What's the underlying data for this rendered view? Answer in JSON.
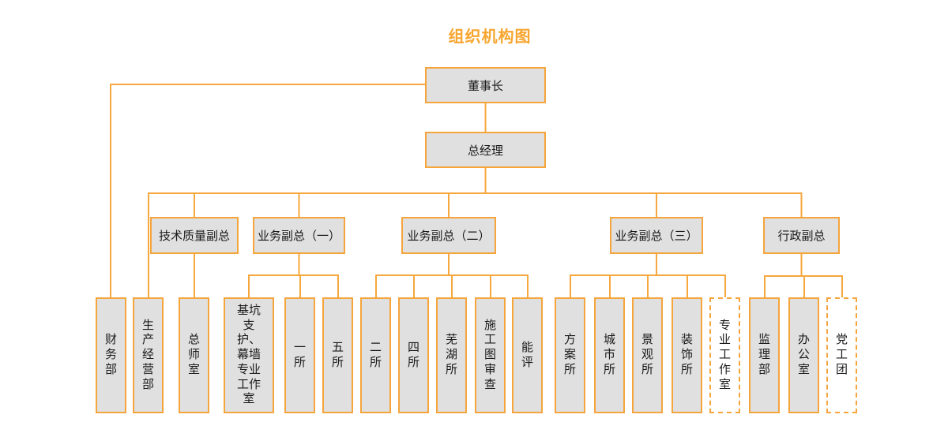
{
  "title": "组织机构图",
  "colors": {
    "accent_line": "#F6A73E",
    "box_border": "#F5A53C",
    "box_fill": "#E0E0E0",
    "dashed_box_fill": "#FFFFFF",
    "title_text": "#F7A52F",
    "node_text": "#1A1A1A",
    "background": "#FFFFFF"
  },
  "org": {
    "chairman": {
      "label": "董事长"
    },
    "general_manager": {
      "label": "总经理",
      "parent": "董事长"
    },
    "deputies": [
      {
        "label": "技术质量副总",
        "parent": "总经理"
      },
      {
        "label": "业务副总（一）",
        "parent": "总经理"
      },
      {
        "label": "业务副总（二）",
        "parent": "总经理"
      },
      {
        "label": "业务副总（三）",
        "parent": "总经理"
      },
      {
        "label": "行政副总",
        "parent": "总经理"
      }
    ],
    "departments": [
      {
        "label": "财务部",
        "parent": "董事长",
        "dashed": false
      },
      {
        "label": "生产经营部",
        "parent": "总经理",
        "dashed": false
      },
      {
        "label": "总师室",
        "parent": "技术质量副总",
        "dashed": false
      },
      {
        "label": "基坑支护、幕墙专业工作室",
        "parent": "业务副总（一）",
        "dashed": false
      },
      {
        "label": "一所",
        "parent": "业务副总（一）",
        "dashed": false
      },
      {
        "label": "五所",
        "parent": "业务副总（一）",
        "dashed": false
      },
      {
        "label": "二所",
        "parent": "业务副总（二）",
        "dashed": false
      },
      {
        "label": "四所",
        "parent": "业务副总（二）",
        "dashed": false
      },
      {
        "label": "芜湖所",
        "parent": "业务副总（二）",
        "dashed": false
      },
      {
        "label": "施工图审查",
        "parent": "业务副总（二）",
        "dashed": false
      },
      {
        "label": "能评",
        "parent": "业务副总（二）",
        "dashed": false
      },
      {
        "label": "方案所",
        "parent": "业务副总（三）",
        "dashed": false
      },
      {
        "label": "城市所",
        "parent": "业务副总（三）",
        "dashed": false
      },
      {
        "label": "景观所",
        "parent": "业务副总（三）",
        "dashed": false
      },
      {
        "label": "装饰所",
        "parent": "业务副总（三）",
        "dashed": false
      },
      {
        "label": "专业工作室",
        "parent": "业务副总（三）",
        "dashed": true
      },
      {
        "label": "监理部",
        "parent": "行政副总",
        "dashed": false
      },
      {
        "label": "办公室",
        "parent": "行政副总",
        "dashed": false
      },
      {
        "label": "党工团",
        "parent": "行政副总",
        "dashed": true
      }
    ]
  }
}
